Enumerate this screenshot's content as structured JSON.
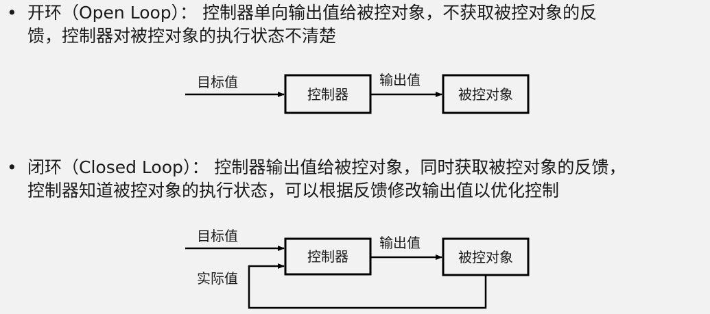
{
  "open_loop": {
    "bullet": "•",
    "text_line1": "开环（Open Loop）：  控制器单向输出值给被控对象，不获取被控对象的反",
    "text_line2": "馈，控制器对被控对象的执行状态不清楚",
    "diagram": {
      "input_label": "目标值",
      "controller": "控制器",
      "output_label": "输出值",
      "plant": "被控对象"
    }
  },
  "closed_loop": {
    "bullet": "•",
    "text_line1": "闭环（Closed Loop）：  控制器输出值给被控对象，同时获取被控对象的反馈，",
    "text_line2": "控制器知道被控对象的执行状态，可以根据反馈修改输出值以优化控制",
    "diagram": {
      "input_label": "目标值",
      "feedback_label": "实际值",
      "controller": "控制器",
      "output_label": "输出值",
      "plant": "被控对象"
    }
  }
}
